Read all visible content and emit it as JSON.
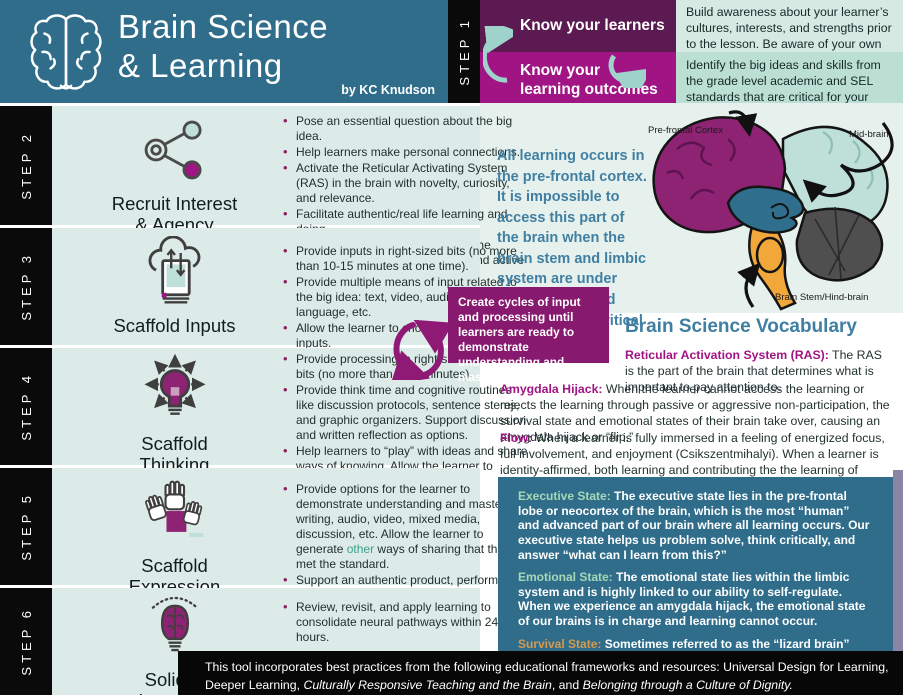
{
  "colors": {
    "header_teal": "#2f6d8b",
    "panel_teal": "#dcebe7",
    "plum": "#5c1a52",
    "magenta": "#a11484",
    "cycle_purple": "#87196f",
    "bullet_dot": "#8e2160",
    "accent_text_teal": "#407fa2",
    "state_label_green": "#a6d8b6",
    "state_label_orange": "#d59a4e",
    "mint_note": "#bcdfd4"
  },
  "header": {
    "title_line1": "Brain Science",
    "title_line2": "& Learning",
    "byline": "by KC Knudson"
  },
  "step1": {
    "label": "STEP 1",
    "box1": "Know your learners",
    "box2_line1": "Know your",
    "box2_line2": "learning outcomes",
    "note1": "Build awareness about your learner’s cultures, interests, and strengths prior to the lesson. Be aware of your own biases.",
    "note2": "Identify the big ideas and skills from the grade level academic and SEL standards that are critical for your learners."
  },
  "steps": [
    {
      "label": "STEP 2",
      "title": "Recruit Interest & Agency",
      "bullets": [
        "Pose an essential question about the big idea.",
        "Help learners make personal connections.",
        "Activate the Reticular Activating System (RAS) in the brain with novelty, curiosity, and relevance.",
        "Facilitate authentic/real life learning and doing.",
        "Create relaxed alertness through the environment, your relationships, and active classroom entry."
      ]
    },
    {
      "label": "STEP 3",
      "title": "Scaffold Inputs",
      "bullets": [
        "Provide inputs in right-sized bits (no more than 10-15 minutes at one time).",
        "Provide multiple means of input related to the big idea: text, video, audio, various language, etc.",
        "Allow the learner to choose and find other inputs."
      ]
    },
    {
      "label": "STEP 4",
      "title": "Scaffold Thinking",
      "bullets": [
        "Provide processing in right-sized bits (no more than 5-10 minutes).",
        "Provide think time and cognitive routines like discussion protocols, sentence stems, and graphic organizers. Support discussion and written reflection as options.",
        "Help learners to “play” with ideas and share ways of knowing. Allow the learner to choose."
      ]
    },
    {
      "label": "STEP 5",
      "title": "Scaffold Expression",
      "b1_pre": "Provide options for the learner to demonstrate understanding and mastery: writing, audio, video, mixed media, discussion, etc. Allow the learner to generate ",
      "b1_highlight": "other",
      "b1_post": " ways of sharing that they met the standard.",
      "b2": "Support an authentic product, performance, or service, when possible."
    },
    {
      "label": "STEP 6",
      "title": "Solidify Learning",
      "bullets": [
        "Review, revisit, and apply learning to consolidate neural pathways within 24-48 hours."
      ]
    }
  ],
  "main_note": "All learning occurs in the pre-frontal cortex. It is impossible to access this part of the brain when the brain stem and limbic system are under siege. Safety and belonging are critical to learning.",
  "cycle_box": "Create cycles of input and processing until learners are ready to demonstrate understanding and mastery.",
  "brain_labels": {
    "pre_frontal": "Pre-frontal Cortex",
    "mid_brain": "Mid-brain",
    "brain_stem": "Brain Stem/Hind-brain"
  },
  "vocab": {
    "heading": "Brain Science Vocabulary",
    "entries": [
      {
        "term": "Reticular Activation System (RAS):",
        "def": " The RAS is the part of the brain that determines what is important to pay attention to."
      },
      {
        "term": "Amygdala Hijack:",
        "def": " When the learner cannot access the learning or rejects the learning through passive or aggressive non-participation, the survival state and emotional states of their brain take over, causing an amygdala hijack or “flip.”"
      },
      {
        "term": "Flow:",
        "def": " When a learner is fully immersed in a feeling of energized focus, full involvement, and enjoyment (Csikszentmihalyi). When a learner is identity-affirmed, both learning and contributing the the learning of others."
      }
    ]
  },
  "states": {
    "entries": [
      {
        "term": "Executive State:",
        "def": " The executive state lies in the pre-frontal lobe or neocortex of the brain, which is the most “human” and advanced part of our brain where all learning occurs. Our executive state helps us problem solve, think critically, and answer “what can I learn from this?”"
      },
      {
        "term": "Emotional State:",
        "def": " The emotional state lies within the limbic system and is highly linked to our ability to self-regulate. When we experience an amygdala hijack, the emotional state of our brains is in charge and learning cannot occur."
      },
      {
        "term": "Survival State:",
        "def": "  Sometimes referred to as the “lizard brain” because it is in charge of our most primitive functions, the brain stem is constantly answering, “am I safe?” and governs whether we fight, flee, or freeze."
      }
    ]
  },
  "footer": {
    "seg1": "This tool incorporates best practices from the following educational frameworks and resources: Universal Design for Learning,  Deeper Learning, ",
    "seg2_italic": "Culturally Responsive Teaching and the Brain",
    "seg3": ", and ",
    "seg4_italic": "Belonging through a Culture of Dignity."
  }
}
